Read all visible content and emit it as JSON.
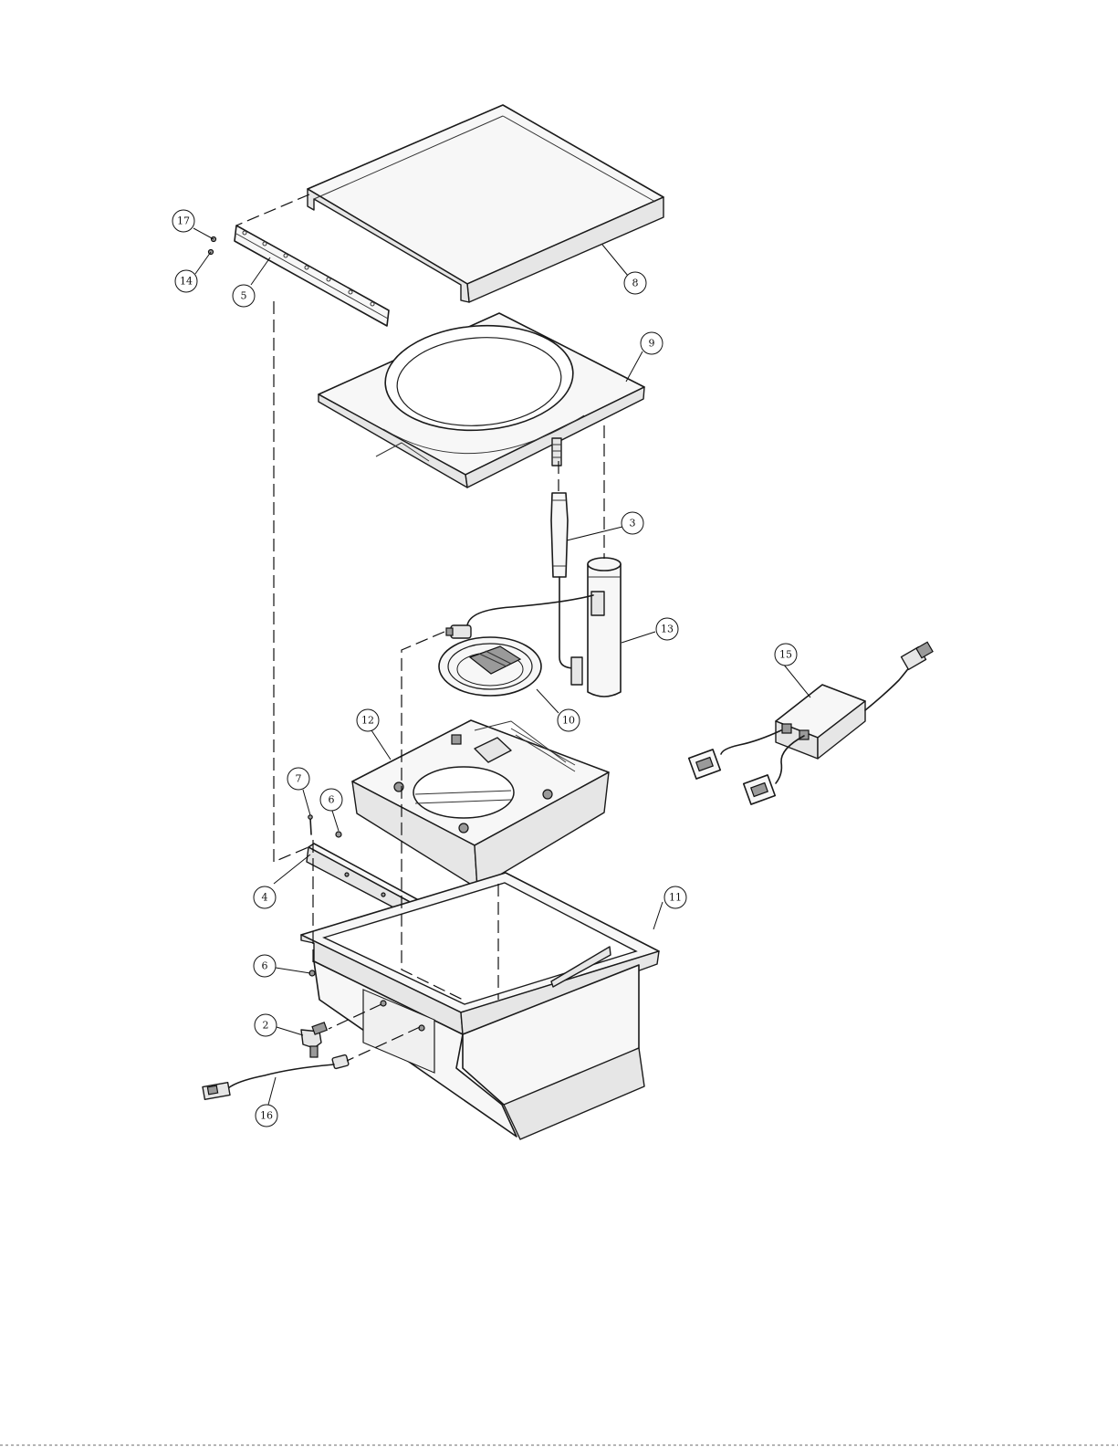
{
  "diagram": {
    "callouts": [
      {
        "id": "callout-1",
        "label": "17"
      },
      {
        "id": "callout-2",
        "label": "14"
      },
      {
        "id": "callout-3",
        "label": "5"
      },
      {
        "id": "callout-4",
        "label": "8"
      },
      {
        "id": "callout-5",
        "label": "9"
      },
      {
        "id": "callout-6",
        "label": "3"
      },
      {
        "id": "callout-7",
        "label": "13"
      },
      {
        "id": "callout-8",
        "label": "15"
      },
      {
        "id": "callout-9",
        "label": "10"
      },
      {
        "id": "callout-10",
        "label": "12"
      },
      {
        "id": "callout-11",
        "label": "7"
      },
      {
        "id": "callout-12",
        "label": "6"
      },
      {
        "id": "callout-13",
        "label": "4"
      },
      {
        "id": "callout-14",
        "label": "11"
      },
      {
        "id": "callout-15",
        "label": "6"
      },
      {
        "id": "callout-16",
        "label": "2"
      },
      {
        "id": "callout-17",
        "label": "16"
      }
    ]
  }
}
